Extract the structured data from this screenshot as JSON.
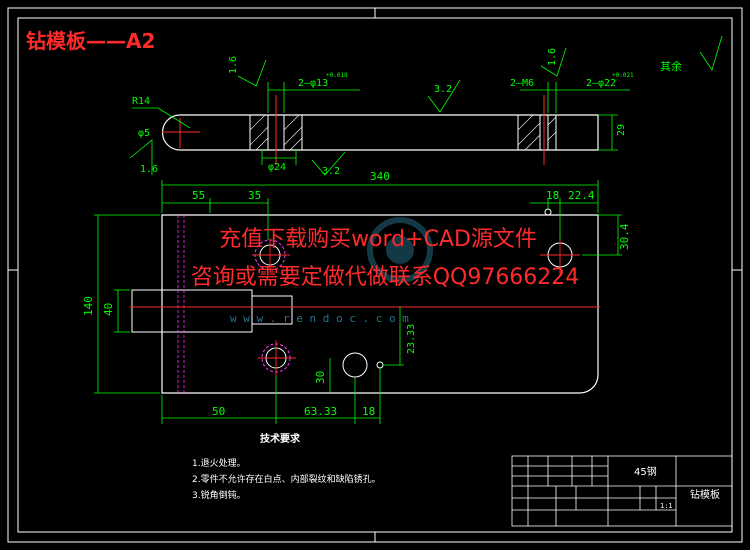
{
  "title": "钻模板——A2",
  "watermark": {
    "line1": "充值下载购买word+CAD源文件",
    "line2": "咨询或需要定做代做联系QQ97666224",
    "url": "w w w . r e n d o c . c o m"
  },
  "top_view": {
    "roughness_left": "1.6",
    "roughness_right": "1.6",
    "hole_left_callout": "2—φ13",
    "hole_left_tol": "+0.018",
    "hole_right_count": "2—M6",
    "hole_right_callout": "2—φ22",
    "hole_right_tol": "+0.021",
    "roughness_mid": "3.2",
    "roughness_bottom": "3.2",
    "radius": "R14",
    "hole_small": "φ5",
    "roughness_small": "1.6",
    "dia_24": "φ24",
    "thickness": "29",
    "other_roughness": "其余"
  },
  "dimensions": {
    "overall_len": "340",
    "d55": "55",
    "d35": "35",
    "d18_top": "18",
    "d22_4": "22.4",
    "d30_4": "30.4",
    "d140": "140",
    "d40": "40",
    "d23_33": "23.33",
    "d30": "30",
    "d50": "50",
    "d63_33": "63.33",
    "d18_bottom": "18"
  },
  "tech_req": {
    "heading": "技术要求",
    "items": [
      "1.退火处理。",
      "2.零件不允许存在白点、内部裂纹和缺陷锈孔。",
      "3.锐角倒钝。"
    ]
  },
  "title_block": {
    "material": "45钢",
    "part_name": "钻模板",
    "scale": "1:1"
  }
}
